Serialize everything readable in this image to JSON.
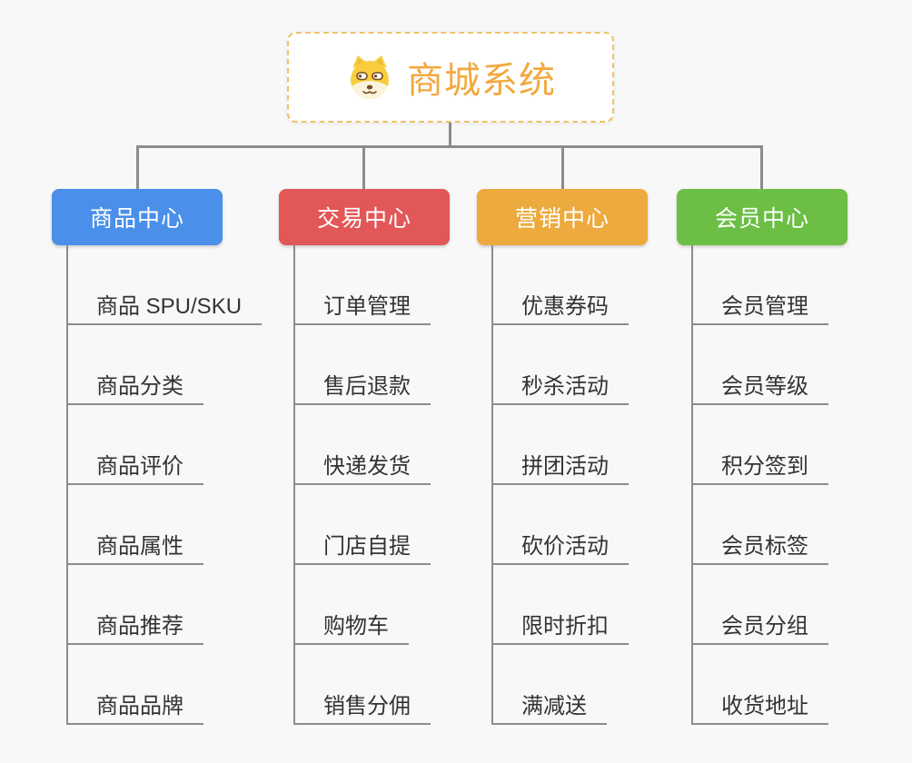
{
  "root": {
    "title": "商城系统",
    "icon": "dog-face-icon"
  },
  "branches": [
    {
      "label": "商品中心",
      "color": "#4A8FE9",
      "children": [
        "商品 SPU/SKU",
        "商品分类",
        "商品评价",
        "商品属性",
        "商品推荐",
        "商品品牌"
      ]
    },
    {
      "label": "交易中心",
      "color": "#E25757",
      "children": [
        "订单管理",
        "售后退款",
        "快递发货",
        "门店自提",
        "购物车",
        "销售分佣"
      ]
    },
    {
      "label": "营销中心",
      "color": "#EDAA3E",
      "children": [
        "优惠券码",
        "秒杀活动",
        "拼团活动",
        "砍价活动",
        "限时折扣",
        "满减送"
      ]
    },
    {
      "label": "会员中心",
      "color": "#6CBE44",
      "children": [
        "会员管理",
        "会员等级",
        "积分签到",
        "会员标签",
        "会员分组",
        "收货地址"
      ]
    }
  ],
  "colors": {
    "canvas_background": "#F8F8F8",
    "root_title": "#F2A93F",
    "root_border": "#F4C06A",
    "connector": "#8C8C8C",
    "subtopic_underline": "#8C8C8C",
    "branch_text": "#FFFFFF",
    "subtopic_text": "#333333"
  }
}
